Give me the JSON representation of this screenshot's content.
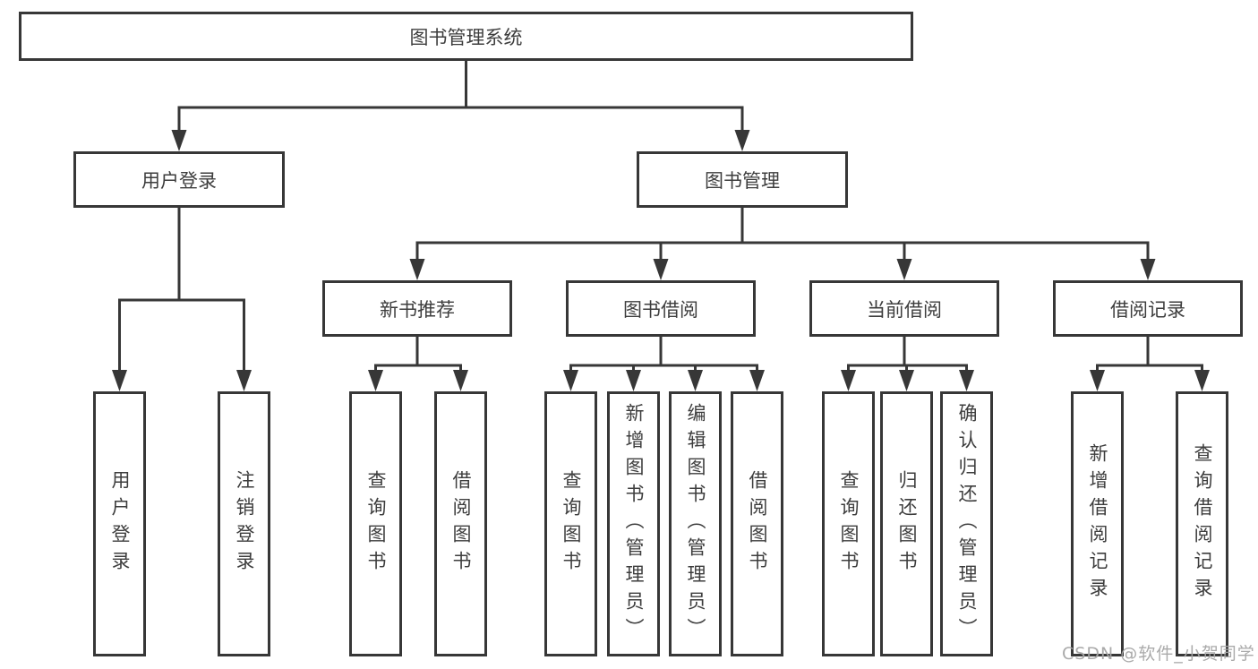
{
  "diagram": {
    "root": {
      "label": "图书管理系统"
    },
    "level2": [
      {
        "label": "用户登录"
      },
      {
        "label": "图书管理"
      }
    ],
    "level3": [
      {
        "label": "新书推荐"
      },
      {
        "label": "图书借阅"
      },
      {
        "label": "当前借阅"
      },
      {
        "label": "借阅记录"
      }
    ],
    "leaves": [
      {
        "label": "用户登录"
      },
      {
        "label": "注销登录"
      },
      {
        "label": "查询图书"
      },
      {
        "label": "借阅图书"
      },
      {
        "label": "查询图书"
      },
      {
        "label": "新增图书（管理员）"
      },
      {
        "label": "编辑图书（管理员）"
      },
      {
        "label": "借阅图书"
      },
      {
        "label": "查询图书"
      },
      {
        "label": "归还图书"
      },
      {
        "label": "确认归还（管理员）"
      },
      {
        "label": "新增借阅记录"
      },
      {
        "label": "查询借阅记录"
      }
    ],
    "watermark": "CSDN @软件_小贺同学",
    "colors": {
      "line": "#373737",
      "text": "#3d3d3d",
      "watermark": "#a5a5a5",
      "background": "#ffffff"
    }
  }
}
